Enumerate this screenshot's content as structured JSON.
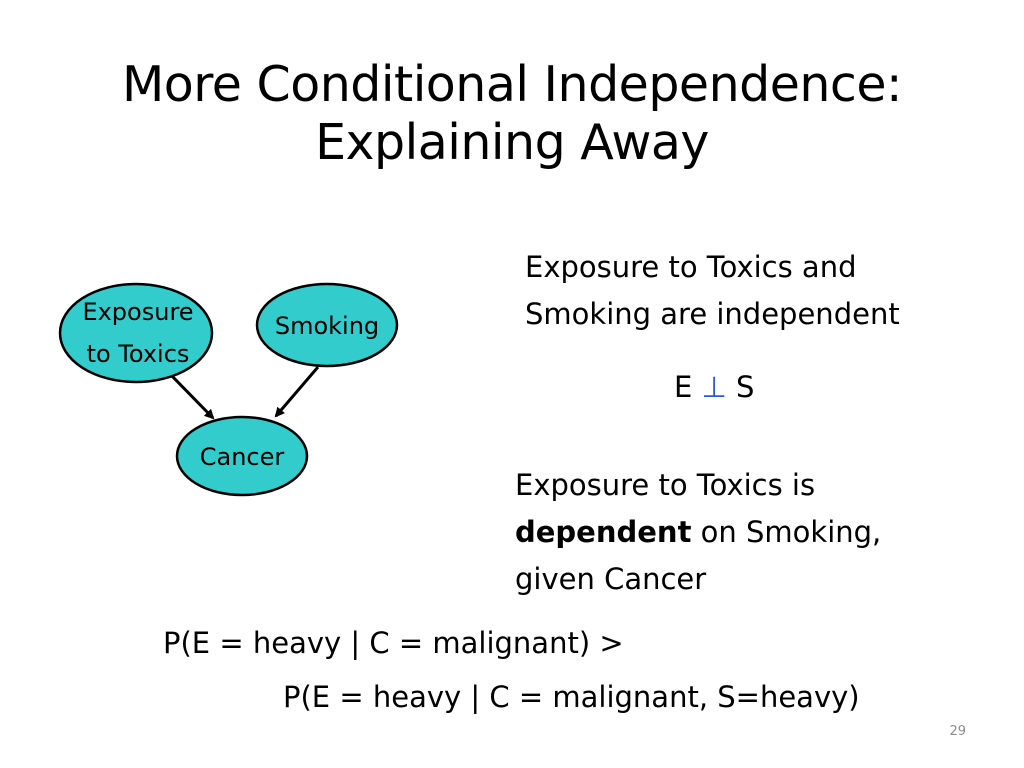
{
  "title": {
    "line1": "More Conditional Independence:",
    "line2": "Explaining Away"
  },
  "diagram": {
    "node_fill": "#33cccc",
    "node_stroke": "#000000",
    "nodes": {
      "exposure": {
        "line1": "Exposure",
        "line2": "to Toxics"
      },
      "smoking": {
        "label": "Smoking"
      },
      "cancer": {
        "label": "Cancer"
      }
    },
    "edges": [
      {
        "from": "Exposure to Toxics",
        "to": "Cancer"
      },
      {
        "from": "Smoking",
        "to": "Cancer"
      }
    ]
  },
  "independence": {
    "line1": "Exposure to Toxics and",
    "line2": "Smoking are independent",
    "formula": {
      "left": "E",
      "symbol": "⊥",
      "right": "S"
    }
  },
  "dependence": {
    "line1": "Exposure to Toxics is",
    "line2_bold": "dependent",
    "line2_rest": " on Smoking,",
    "line3": "given Cancer"
  },
  "probability": {
    "line1": "P(E = heavy | C = malignant) >",
    "line2": "P(E = heavy | C = malignant, S=heavy)"
  },
  "slide_number": "29",
  "colors": {
    "accent_blue": "#2a5bd7"
  }
}
